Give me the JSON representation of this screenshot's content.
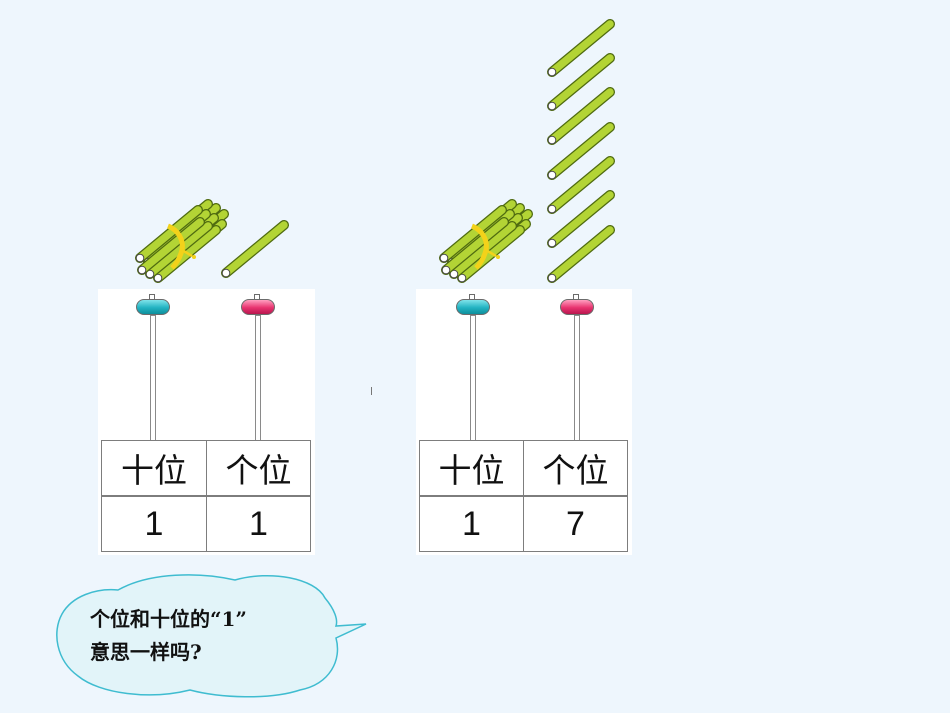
{
  "colors": {
    "background": "#eef6fd",
    "stick": "#b3d435",
    "ribbon": "#f3d21a",
    "tens_cap": "#22b3c2",
    "ones_cap": "#e8336f",
    "bubble_fill": "#e2f4f9",
    "bubble_border": "#3fbcd0"
  },
  "left_table": {
    "tens_label": "十位",
    "ones_label": "个位",
    "tens_value": "1",
    "ones_value": "1"
  },
  "right_table": {
    "tens_label": "十位",
    "ones_label": "个位",
    "tens_value": "1",
    "ones_value": "7"
  },
  "bubble": {
    "line1": "个位和十位的“1”",
    "line2": "意思一样吗?"
  }
}
